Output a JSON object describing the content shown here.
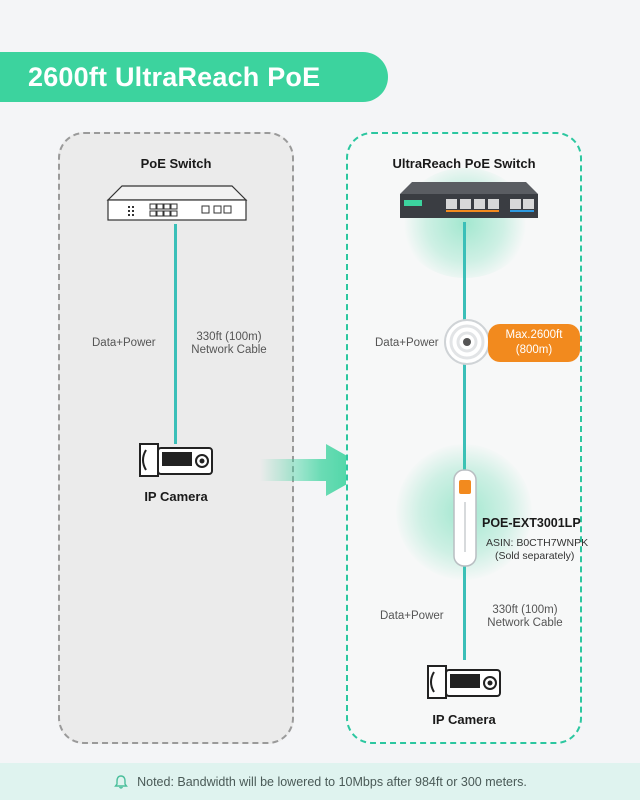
{
  "title": "2600ft UltraReach PoE",
  "left": {
    "switch_label": "PoE Switch",
    "data_power": "Data+Power",
    "cable_line1": "330ft (100m)",
    "cable_line2": "Network Cable",
    "camera_label": "IP Camera"
  },
  "right": {
    "switch_label": "UltraReach PoE Switch",
    "data_power_top": "Data+Power",
    "max_line1": "Max.2600ft",
    "max_line2": "(800m)",
    "extender_model": "POE-EXT3001LP",
    "asin": "ASIN: B0CTH7WNPK",
    "sold_separately": "(Sold separately)",
    "data_power_bottom": "Data+Power",
    "cable_line1": "330ft (100m)",
    "cable_line2": "Network Cable",
    "camera_label": "IP Camera"
  },
  "footer": {
    "note": "Noted: Bandwidth will be lowered to 10Mbps after 984ft or 300 meters."
  },
  "colors": {
    "accent_green": "#3cd39e",
    "line_teal": "#3bbfb8",
    "badge_orange": "#f28a1e"
  },
  "icons": [
    "bell-icon",
    "poe-switch-icon",
    "cable-reel-icon",
    "ip-camera-icon",
    "extender-icon",
    "arrow-right-icon"
  ]
}
